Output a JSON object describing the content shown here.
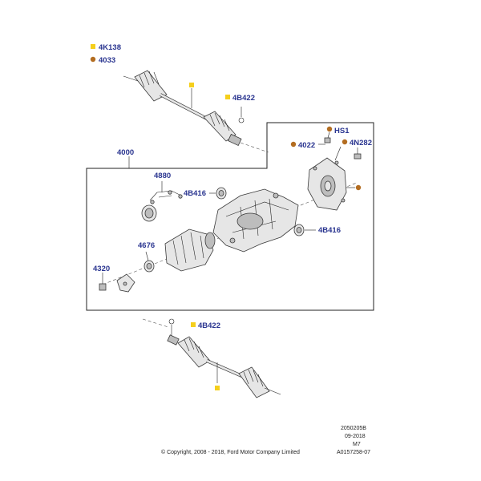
{
  "legend": {
    "items": [
      {
        "marker": "square",
        "color": "#f5cf1c",
        "label": "4K138"
      },
      {
        "marker": "circle",
        "color": "#b36d21",
        "label": "4033"
      }
    ]
  },
  "parts": {
    "4b422_top": "4B422",
    "4000": "4000",
    "hs1": "HS1",
    "4022": "4022",
    "4n282": "4N282",
    "4880": "4880",
    "4b416_left": "4B416",
    "4b416_right": "4B416",
    "4676": "4676",
    "4320": "4320",
    "4b422_bottom": "4B422"
  },
  "footer": {
    "copyright": "© Copyright, 2008 - 2018, Ford Motor Company Limited",
    "ref1": "2050205B",
    "ref2": "09-2018",
    "ref3": "M7",
    "ref4": "A0157258-07"
  },
  "colors": {
    "label": "#2a3590",
    "square_marker": "#f5cf1c",
    "circle_marker": "#b36d21"
  }
}
